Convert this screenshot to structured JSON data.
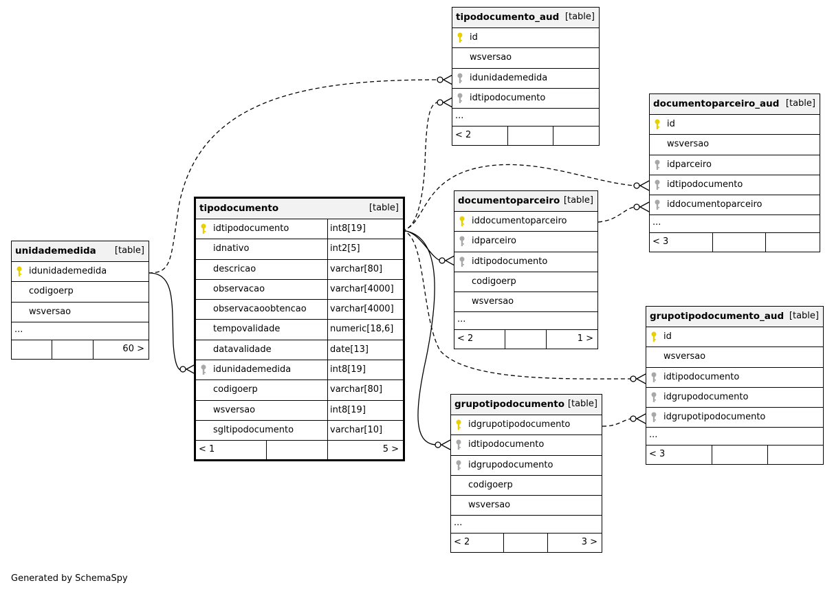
{
  "footer": "Generated by SchemaSpy",
  "colors": {
    "pk_key": "#e8d000",
    "fk_key": "#a8a8a8"
  },
  "tables": {
    "tipodocumento_aud": {
      "name": "tipodocumento_aud",
      "kind": "[table]",
      "columns": [
        {
          "name": "id",
          "key": "pk"
        },
        {
          "name": "wsversao",
          "key": ""
        },
        {
          "name": "idunidademedida",
          "key": "fk"
        },
        {
          "name": "idtipodocumento",
          "key": "fk"
        }
      ],
      "more": "...",
      "foot": [
        "< 2",
        "",
        ""
      ]
    },
    "documentoparceiro_aud": {
      "name": "documentoparceiro_aud",
      "kind": "[table]",
      "columns": [
        {
          "name": "id",
          "key": "pk"
        },
        {
          "name": "wsversao",
          "key": ""
        },
        {
          "name": "idparceiro",
          "key": "fk"
        },
        {
          "name": "idtipodocumento",
          "key": "fk"
        },
        {
          "name": "iddocumentoparceiro",
          "key": "fk"
        }
      ],
      "more": "...",
      "foot": [
        "< 3",
        "",
        ""
      ]
    },
    "tipodocumento": {
      "name": "tipodocumento",
      "kind": "[table]",
      "columns": [
        {
          "name": "idtipodocumento",
          "type": "int8[19]",
          "key": "pk"
        },
        {
          "name": "idnativo",
          "type": "int2[5]",
          "key": ""
        },
        {
          "name": "descricao",
          "type": "varchar[80]",
          "key": ""
        },
        {
          "name": "observacao",
          "type": "varchar[4000]",
          "key": ""
        },
        {
          "name": "observacaoobtencao",
          "type": "varchar[4000]",
          "key": ""
        },
        {
          "name": "tempovalidade",
          "type": "numeric[18,6]",
          "key": ""
        },
        {
          "name": "datavalidade",
          "type": "date[13]",
          "key": ""
        },
        {
          "name": "idunidademedida",
          "type": "int8[19]",
          "key": "fk"
        },
        {
          "name": "codigoerp",
          "type": "varchar[80]",
          "key": ""
        },
        {
          "name": "wsversao",
          "type": "int8[19]",
          "key": ""
        },
        {
          "name": "sgltipodocumento",
          "type": "varchar[10]",
          "key": ""
        }
      ],
      "foot": [
        "< 1",
        "",
        "5 >"
      ]
    },
    "documentoparceiro": {
      "name": "documentoparceiro",
      "kind": "[table]",
      "columns": [
        {
          "name": "iddocumentoparceiro",
          "key": "pk"
        },
        {
          "name": "idparceiro",
          "key": "fk"
        },
        {
          "name": "idtipodocumento",
          "key": "fk"
        },
        {
          "name": "codigoerp",
          "key": ""
        },
        {
          "name": "wsversao",
          "key": ""
        }
      ],
      "more": "...",
      "foot": [
        "< 2",
        "",
        "1 >"
      ]
    },
    "unidademedida": {
      "name": "unidademedida",
      "kind": "[table]",
      "columns": [
        {
          "name": "idunidademedida",
          "key": "pk"
        },
        {
          "name": "codigoerp",
          "key": ""
        },
        {
          "name": "wsversao",
          "key": ""
        }
      ],
      "more": "...",
      "foot": [
        "",
        "",
        "60 >"
      ]
    },
    "grupotipodocumento_aud": {
      "name": "grupotipodocumento_aud",
      "kind": "[table]",
      "columns": [
        {
          "name": "id",
          "key": "pk"
        },
        {
          "name": "wsversao",
          "key": ""
        },
        {
          "name": "idtipodocumento",
          "key": "fk"
        },
        {
          "name": "idgrupodocumento",
          "key": "fk"
        },
        {
          "name": "idgrupotipodocumento",
          "key": "fk"
        }
      ],
      "more": "...",
      "foot": [
        "< 3",
        "",
        ""
      ]
    },
    "grupotipodocumento": {
      "name": "grupotipodocumento",
      "kind": "[table]",
      "columns": [
        {
          "name": "idgrupotipodocumento",
          "key": "pk"
        },
        {
          "name": "idtipodocumento",
          "key": "fk"
        },
        {
          "name": "idgrupodocumento",
          "key": "fk"
        },
        {
          "name": "codigoerp",
          "key": ""
        },
        {
          "name": "wsversao",
          "key": ""
        }
      ],
      "more": "...",
      "foot": [
        "< 2",
        "",
        "3 >"
      ]
    }
  }
}
